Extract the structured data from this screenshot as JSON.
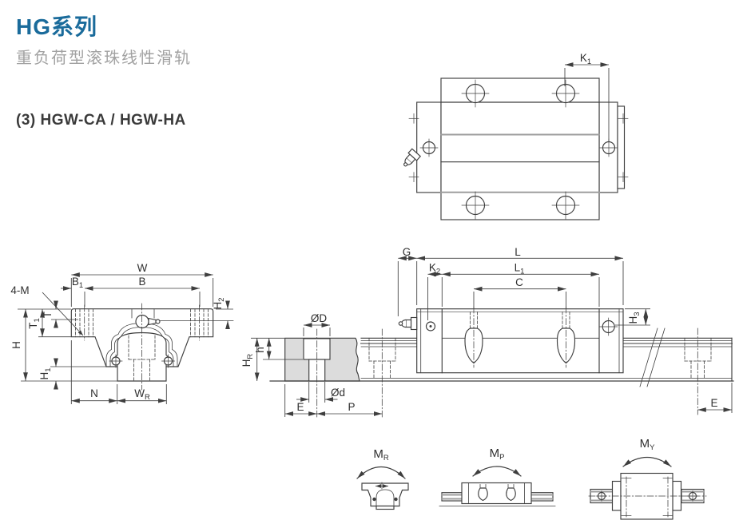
{
  "header": {
    "title": "HG系列",
    "subtitle": "重负荷型滚珠线性滑轨",
    "section_heading": "(3) HGW-CA / HGW-HA"
  },
  "labels": {
    "k1": {
      "main": "K",
      "sub": "1"
    },
    "w": {
      "main": "W"
    },
    "b1": {
      "main": "B",
      "sub": "1"
    },
    "b": {
      "main": "B"
    },
    "four_m": {
      "main": "4-M"
    },
    "h2": {
      "main": "H",
      "sub": "2"
    },
    "t1": {
      "main": "T",
      "sub": "1"
    },
    "t": {
      "main": "T"
    },
    "h": {
      "main": "H"
    },
    "h1": {
      "main": "H",
      "sub": "1"
    },
    "n": {
      "main": "N"
    },
    "wr": {
      "main": "W",
      "sub": "R"
    },
    "g": {
      "main": "G"
    },
    "k2": {
      "main": "K",
      "sub": "2"
    },
    "l": {
      "main": "L"
    },
    "l1": {
      "main": "L",
      "sub": "1"
    },
    "c": {
      "main": "C"
    },
    "d_big": {
      "main": "ØD"
    },
    "h_bore": {
      "main": "h"
    },
    "hr": {
      "main": "H",
      "sub": "R"
    },
    "d_small": {
      "main": "Ød"
    },
    "e_left": {
      "main": "E"
    },
    "p": {
      "main": "P"
    },
    "h3": {
      "main": "H",
      "sub": "3"
    },
    "e_right": {
      "main": "E"
    },
    "mr": {
      "main": "M",
      "sub": "R"
    },
    "mp": {
      "main": "M",
      "sub": "P"
    },
    "my": {
      "main": "M",
      "sub": "Y"
    }
  },
  "colors": {
    "accent_title": "#1a6b9b",
    "subtitle_gray": "#a2a2a2",
    "line": "#3e3e3e",
    "rail_fill": "#dcdcdc"
  }
}
